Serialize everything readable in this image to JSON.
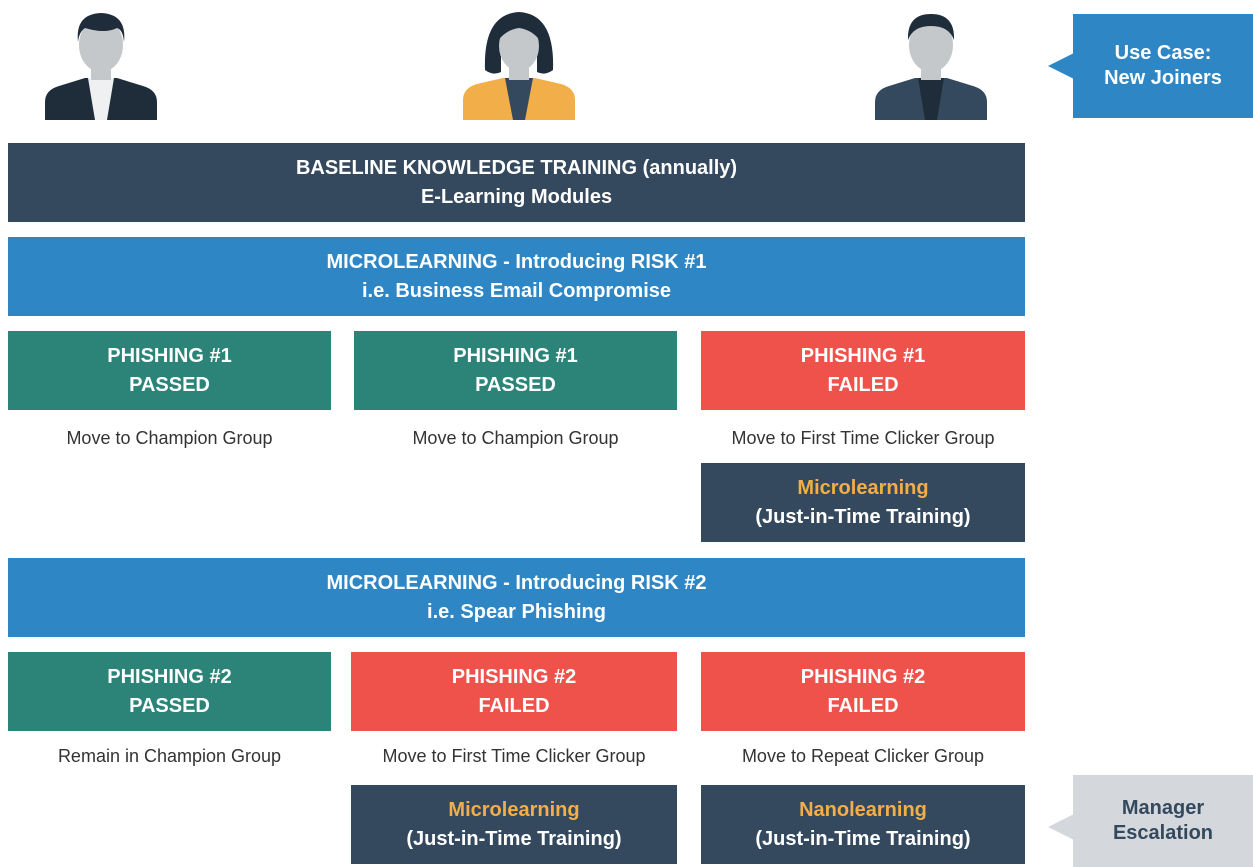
{
  "colors": {
    "navy": "#34495e",
    "blue": "#2e86c4",
    "teal": "#2c8478",
    "red": "#ef524b",
    "orange": "#f2ae48",
    "callout_blue": "#2e86c4",
    "callout_gray": "#d4d8dc"
  },
  "personas": [
    {
      "icon": "male-user-icon",
      "shirt_color": "#1f2d3a"
    },
    {
      "icon": "female-user-icon",
      "shirt_color": "#f2ae48"
    },
    {
      "icon": "male-user-icon",
      "shirt_color": "#34495e"
    }
  ],
  "use_case": {
    "line1": "Use Case:",
    "line2": "New Joiners"
  },
  "baseline": {
    "line1": "BASELINE KNOWLEDGE TRAINING (annually)",
    "line2": "E-Learning Modules"
  },
  "risk1": {
    "line1": "MICROLEARNING - Introducing  RISK #1",
    "line2": "i.e. Business Email Compromise"
  },
  "phishing1": [
    {
      "title": "PHISHING #1",
      "status": "PASSED",
      "result": "passed",
      "caption": "Move to Champion Group"
    },
    {
      "title": "PHISHING #1",
      "status": "PASSED",
      "result": "passed",
      "caption": "Move to Champion Group"
    },
    {
      "title": "PHISHING #1",
      "status": "FAILED",
      "result": "failed",
      "caption": "Move to First Time Clicker Group"
    }
  ],
  "jit1": {
    "title": "Microlearning",
    "subtitle": "(Just-in-Time Training)"
  },
  "risk2": {
    "line1": "MICROLEARNING - Introducing RISK #2",
    "line2": "i.e. Spear Phishing"
  },
  "phishing2": [
    {
      "title": "PHISHING #2",
      "status": "PASSED",
      "result": "passed",
      "caption": "Remain in Champion Group"
    },
    {
      "title": "PHISHING #2",
      "status": "FAILED",
      "result": "failed",
      "caption": "Move to First Time Clicker Group"
    },
    {
      "title": "PHISHING #2",
      "status": "FAILED",
      "result": "failed",
      "caption": "Move to Repeat Clicker Group"
    }
  ],
  "jit2": [
    {
      "title": "Microlearning",
      "subtitle": "(Just-in-Time Training)"
    },
    {
      "title": "Nanolearning",
      "subtitle": "(Just-in-Time Training)"
    }
  ],
  "escalation": {
    "line1": "Manager",
    "line2": "Escalation"
  }
}
